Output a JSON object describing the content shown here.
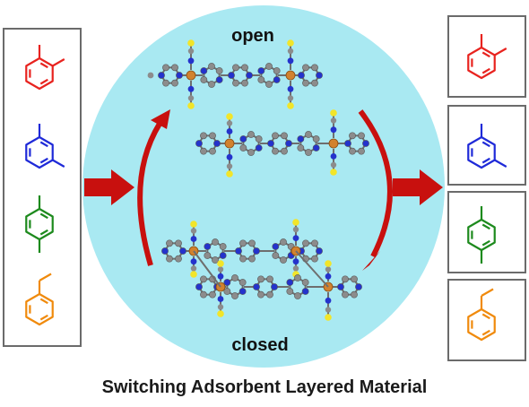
{
  "labels": {
    "open": "open",
    "closed": "closed",
    "caption": "Switching Adsorbent Layered Material"
  },
  "colors": {
    "circle": "#a9e9f2",
    "arrow": "#c8100e",
    "frame": "#6b6b6b",
    "carbon": "#8c8c8c",
    "nitrogen": "#2433cc",
    "metal": "#d2822e",
    "sulfur": "#f2e529",
    "o_xylene": "#e8231f",
    "m_xylene": "#1f2ad8",
    "p_xylene": "#1d8a1d",
    "ethylbenzene": "#f08a0c"
  },
  "molecules": [
    {
      "name": "o-xylene",
      "icon": "o-xylene-icon"
    },
    {
      "name": "m-xylene",
      "icon": "m-xylene-icon"
    },
    {
      "name": "p-xylene",
      "icon": "p-xylene-icon"
    },
    {
      "name": "ethylbenzene",
      "icon": "ethylbenzene-icon"
    }
  ]
}
